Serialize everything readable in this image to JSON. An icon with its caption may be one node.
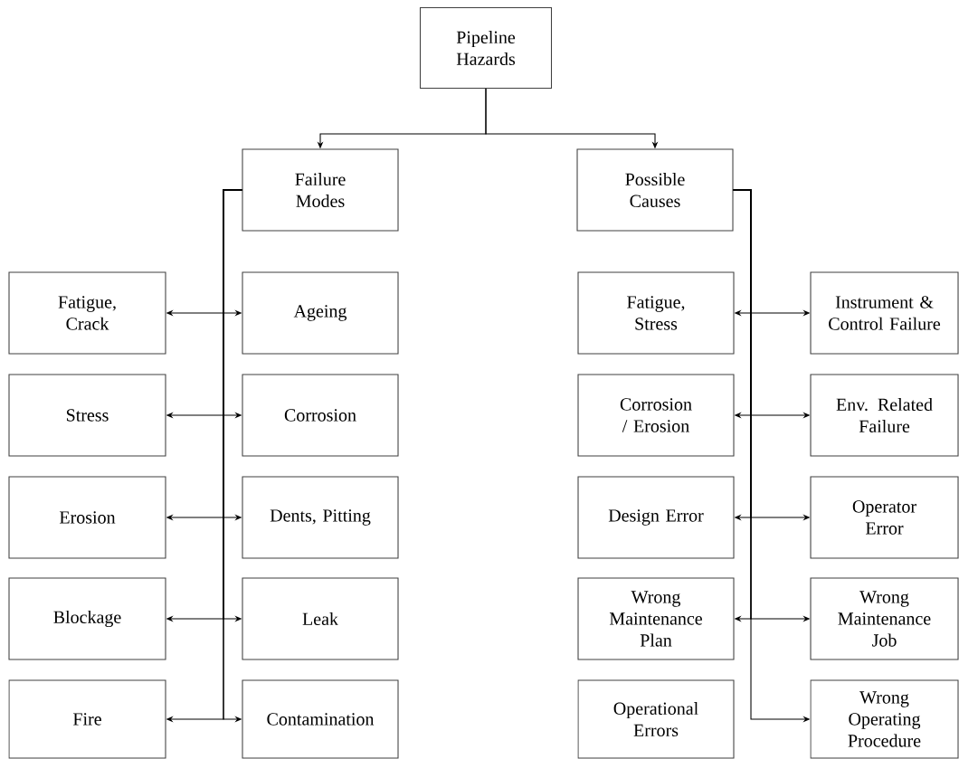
{
  "diagram": {
    "nodes": [
      {
        "text": [
          "Pipeline Hazards"
        ]
      },
      {
        "text": [
          "Failure Modes"
        ]
      },
      {
        "text": [
          "Possible Causes"
        ]
      },
      {
        "text": [
          "Fatigue, Crack"
        ]
      },
      {
        "text": [
          "Ageing"
        ]
      },
      {
        "text": [
          "Fatigue, Stress"
        ]
      },
      {
        "text": [
          "Instrument & Control Failure"
        ]
      },
      {
        "text": [
          "Stress"
        ]
      },
      {
        "text": [
          "Corrosion"
        ]
      },
      {
        "text": [
          "Corrosion / Erosion"
        ]
      },
      {
        "text": [
          "Env. Related Failure"
        ]
      },
      {
        "text": [
          "Erosion"
        ]
      },
      {
        "text": [
          "Dents, Pitting"
        ]
      },
      {
        "text": [
          "Design Error"
        ]
      },
      {
        "text": [
          "Operator Error"
        ]
      },
      {
        "text": [
          "Blockage"
        ]
      },
      {
        "text": [
          "Leak"
        ]
      },
      {
        "text": [
          "Wrong Maintenance Plan"
        ]
      },
      {
        "text": [
          "Wrong Maintenance Job"
        ]
      },
      {
        "text": [
          "Fire"
        ]
      },
      {
        "text": [
          "Contamination"
        ]
      },
      {
        "text": [
          "Operational Errors"
        ]
      },
      {
        "text": [
          "Wrong Operating Procedure"
        ]
      }
    ],
    "edges": [
      {
        "from": 0,
        "to": 1,
        "arrow": "to"
      },
      {
        "from": 0,
        "to": 2,
        "arrow": "to"
      },
      {
        "from": 1,
        "to": 3,
        "arrow": "to"
      },
      {
        "from": 1,
        "to": 4,
        "arrow": "to"
      },
      {
        "from": 1,
        "to": 7,
        "arrow": "to"
      },
      {
        "from": 1,
        "to": 8,
        "arrow": "to"
      },
      {
        "from": 1,
        "to": 11,
        "arrow": "to"
      },
      {
        "from": 1,
        "to": 12,
        "arrow": "to"
      },
      {
        "from": 1,
        "to": 15,
        "arrow": "to"
      },
      {
        "from": 1,
        "to": 16,
        "arrow": "to"
      },
      {
        "from": 1,
        "to": 19,
        "arrow": "to"
      },
      {
        "from": 1,
        "to": 20,
        "arrow": "to"
      },
      {
        "from": 2,
        "to": 5,
        "arrow": "to"
      },
      {
        "from": 2,
        "to": 6,
        "arrow": "to"
      },
      {
        "from": 2,
        "to": 9,
        "arrow": "to"
      },
      {
        "from": 2,
        "to": 10,
        "arrow": "to"
      },
      {
        "from": 2,
        "to": 13,
        "arrow": "to"
      },
      {
        "from": 2,
        "to": 14,
        "arrow": "to"
      },
      {
        "from": 2,
        "to": 17,
        "arrow": "to"
      },
      {
        "from": 2,
        "to": 18,
        "arrow": "to"
      },
      {
        "from": 2,
        "to": 22,
        "arrow": "to"
      }
    ]
  }
}
